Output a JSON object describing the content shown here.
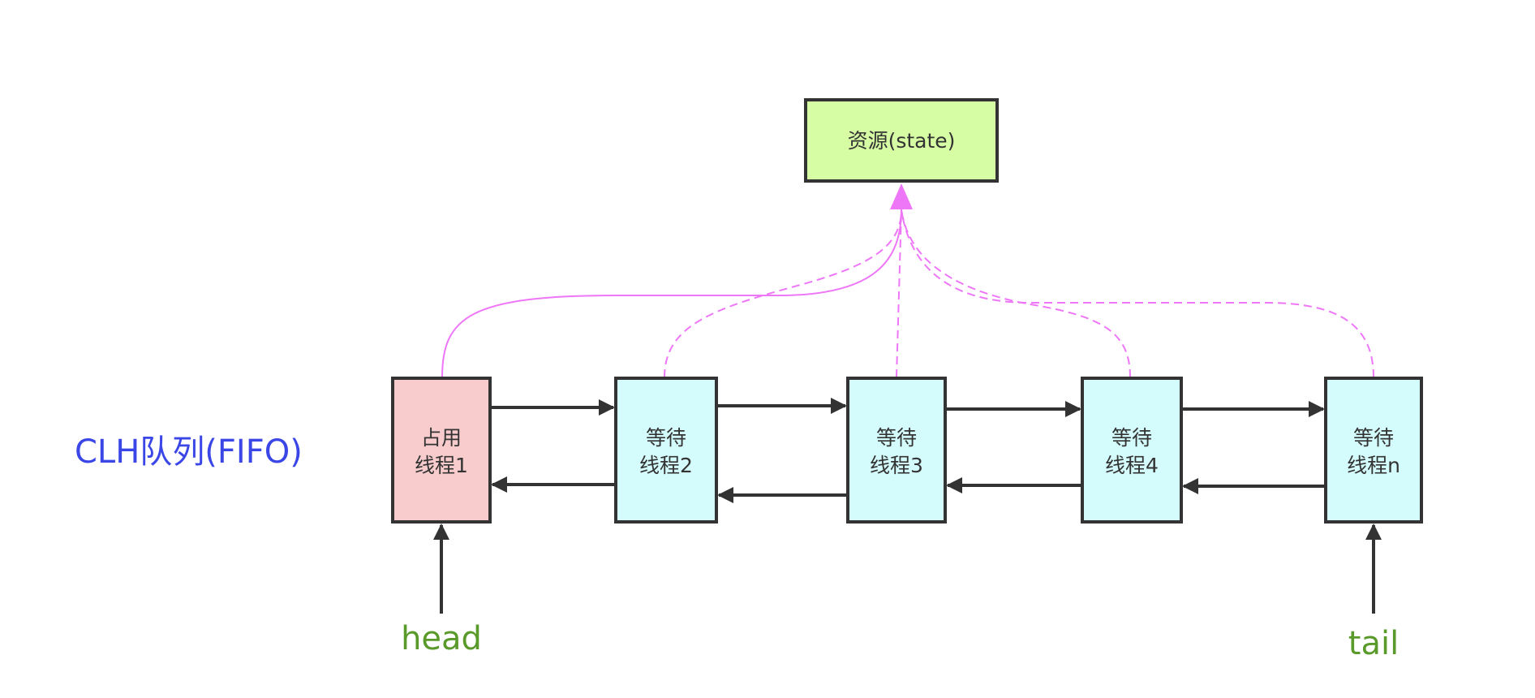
{
  "diagram": {
    "resource": {
      "label": "资源(state)",
      "fill": "#d6fca4"
    },
    "queue_label": "CLH队列(FIFO)",
    "nodes": [
      {
        "id": "n1",
        "line1": "占用",
        "line2": "线程1",
        "fill": "#f8cccc",
        "state": "occupied"
      },
      {
        "id": "n2",
        "line1": "等待",
        "line2": "线程2",
        "fill": "#d4fcfc",
        "state": "waiting"
      },
      {
        "id": "n3",
        "line1": "等待",
        "line2": "线程3",
        "fill": "#d4fcfc",
        "state": "waiting"
      },
      {
        "id": "n4",
        "line1": "等待",
        "line2": "线程4",
        "fill": "#d4fcfc",
        "state": "waiting"
      },
      {
        "id": "n5",
        "line1": "等待",
        "line2": "线程n",
        "fill": "#d4fcfc",
        "state": "waiting"
      }
    ],
    "edges_next": [
      [
        "n1",
        "n2"
      ],
      [
        "n2",
        "n3"
      ],
      [
        "n3",
        "n4"
      ],
      [
        "n4",
        "n5"
      ]
    ],
    "edges_prev": [
      [
        "n2",
        "n1"
      ],
      [
        "n3",
        "n2"
      ],
      [
        "n4",
        "n3"
      ],
      [
        "n5",
        "n4"
      ]
    ],
    "resource_links": [
      {
        "from": "n1",
        "style": "solid"
      },
      {
        "from": "n2",
        "style": "dashed"
      },
      {
        "from": "n3",
        "style": "dashed"
      },
      {
        "from": "n4",
        "style": "dashed"
      },
      {
        "from": "n5",
        "style": "dashed"
      }
    ],
    "pointers": {
      "head": {
        "label": "head",
        "target": "n1"
      },
      "tail": {
        "label": "tail",
        "target": "n5"
      }
    },
    "colors": {
      "border": "#333333",
      "arrow": "#333333",
      "resource_link": "#ee77f7",
      "queue_label": "#3b46e6",
      "pointer_label": "#5a9a2a"
    }
  }
}
